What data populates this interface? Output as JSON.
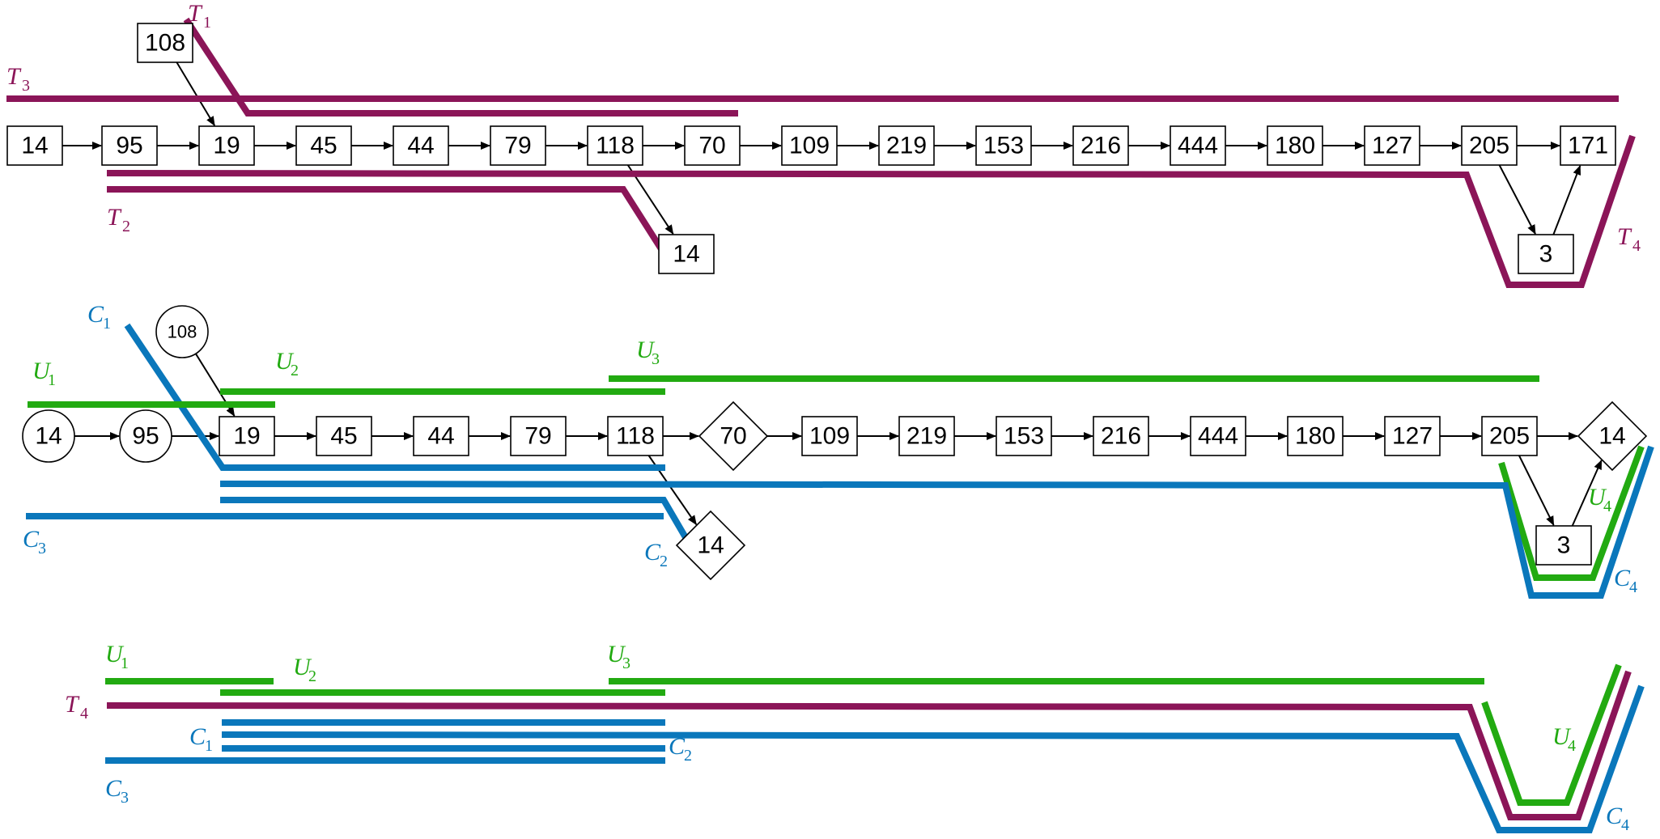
{
  "colors": {
    "purple": "#8b1558",
    "green": "#22aa11",
    "blue": "#0a77bb",
    "edge": "#000000"
  },
  "panel_top": {
    "nodes": [
      {
        "id": "t108",
        "label": "108",
        "shape": "rect"
      },
      {
        "id": "t14a",
        "label": "14",
        "shape": "rect"
      },
      {
        "id": "t95",
        "label": "95",
        "shape": "rect"
      },
      {
        "id": "t19",
        "label": "19",
        "shape": "rect"
      },
      {
        "id": "t45",
        "label": "45",
        "shape": "rect"
      },
      {
        "id": "t44",
        "label": "44",
        "shape": "rect"
      },
      {
        "id": "t79",
        "label": "79",
        "shape": "rect"
      },
      {
        "id": "t118",
        "label": "118",
        "shape": "rect"
      },
      {
        "id": "t70",
        "label": "70",
        "shape": "rect"
      },
      {
        "id": "t109",
        "label": "109",
        "shape": "rect"
      },
      {
        "id": "t219",
        "label": "219",
        "shape": "rect"
      },
      {
        "id": "t153",
        "label": "153",
        "shape": "rect"
      },
      {
        "id": "t216",
        "label": "216",
        "shape": "rect"
      },
      {
        "id": "t444",
        "label": "444",
        "shape": "rect"
      },
      {
        "id": "t180",
        "label": "180",
        "shape": "rect"
      },
      {
        "id": "t127",
        "label": "127",
        "shape": "rect"
      },
      {
        "id": "t205",
        "label": "205",
        "shape": "rect"
      },
      {
        "id": "t171",
        "label": "171",
        "shape": "rect"
      },
      {
        "id": "t14b",
        "label": "14",
        "shape": "rect"
      },
      {
        "id": "t3",
        "label": "3",
        "shape": "rect"
      }
    ],
    "edges": [
      [
        "t14a",
        "t95"
      ],
      [
        "t95",
        "t19"
      ],
      [
        "t19",
        "t45"
      ],
      [
        "t45",
        "t44"
      ],
      [
        "t44",
        "t79"
      ],
      [
        "t79",
        "t118"
      ],
      [
        "t118",
        "t70"
      ],
      [
        "t70",
        "t109"
      ],
      [
        "t109",
        "t219"
      ],
      [
        "t219",
        "t153"
      ],
      [
        "t153",
        "t216"
      ],
      [
        "t216",
        "t444"
      ],
      [
        "t444",
        "t180"
      ],
      [
        "t180",
        "t127"
      ],
      [
        "t127",
        "t205"
      ],
      [
        "t205",
        "t171"
      ],
      [
        "t108",
        "t19"
      ],
      [
        "t118",
        "t14b"
      ],
      [
        "t205",
        "t3"
      ],
      [
        "t3",
        "t171"
      ]
    ],
    "traces": [
      {
        "base": "T",
        "sub": "1",
        "color": "purple"
      },
      {
        "base": "T",
        "sub": "3",
        "color": "purple"
      },
      {
        "base": "T",
        "sub": "2",
        "color": "purple"
      },
      {
        "base": "T",
        "sub": "4",
        "color": "purple"
      }
    ]
  },
  "panel_mid": {
    "nodes": [
      {
        "id": "m108",
        "label": "108",
        "shape": "circle"
      },
      {
        "id": "m14a",
        "label": "14",
        "shape": "circle"
      },
      {
        "id": "m95",
        "label": "95",
        "shape": "circle"
      },
      {
        "id": "m19",
        "label": "19",
        "shape": "rect"
      },
      {
        "id": "m45",
        "label": "45",
        "shape": "rect"
      },
      {
        "id": "m44",
        "label": "44",
        "shape": "rect"
      },
      {
        "id": "m79",
        "label": "79",
        "shape": "rect"
      },
      {
        "id": "m118",
        "label": "118",
        "shape": "rect"
      },
      {
        "id": "m70",
        "label": "70",
        "shape": "diamond"
      },
      {
        "id": "m109",
        "label": "109",
        "shape": "rect"
      },
      {
        "id": "m219",
        "label": "219",
        "shape": "rect"
      },
      {
        "id": "m153",
        "label": "153",
        "shape": "rect"
      },
      {
        "id": "m216",
        "label": "216",
        "shape": "rect"
      },
      {
        "id": "m444",
        "label": "444",
        "shape": "rect"
      },
      {
        "id": "m180",
        "label": "180",
        "shape": "rect"
      },
      {
        "id": "m127",
        "label": "127",
        "shape": "rect"
      },
      {
        "id": "m205",
        "label": "205",
        "shape": "rect"
      },
      {
        "id": "m14c",
        "label": "14",
        "shape": "diamond"
      },
      {
        "id": "m14b",
        "label": "14",
        "shape": "diamond"
      },
      {
        "id": "m3",
        "label": "3",
        "shape": "rect"
      }
    ],
    "edges": [
      [
        "m14a",
        "m95"
      ],
      [
        "m95",
        "m19"
      ],
      [
        "m19",
        "m45"
      ],
      [
        "m45",
        "m44"
      ],
      [
        "m44",
        "m79"
      ],
      [
        "m79",
        "m118"
      ],
      [
        "m118",
        "m70"
      ],
      [
        "m70",
        "m109"
      ],
      [
        "m109",
        "m219"
      ],
      [
        "m219",
        "m153"
      ],
      [
        "m153",
        "m216"
      ],
      [
        "m216",
        "m444"
      ],
      [
        "m444",
        "m180"
      ],
      [
        "m180",
        "m127"
      ],
      [
        "m127",
        "m205"
      ],
      [
        "m205",
        "m14c"
      ],
      [
        "m108",
        "m19"
      ],
      [
        "m118",
        "m14b"
      ],
      [
        "m205",
        "m3"
      ],
      [
        "m3",
        "m14c"
      ]
    ],
    "traces": [
      {
        "base": "C",
        "sub": "1",
        "color": "blue"
      },
      {
        "base": "U",
        "sub": "1",
        "color": "green"
      },
      {
        "base": "U",
        "sub": "2",
        "color": "green"
      },
      {
        "base": "U",
        "sub": "3",
        "color": "green"
      },
      {
        "base": "C",
        "sub": "3",
        "color": "blue"
      },
      {
        "base": "C",
        "sub": "2",
        "color": "blue"
      },
      {
        "base": "U",
        "sub": "4",
        "color": "green"
      },
      {
        "base": "C",
        "sub": "4",
        "color": "blue"
      }
    ]
  },
  "panel_bottom": {
    "traces": [
      {
        "base": "U",
        "sub": "1",
        "color": "green"
      },
      {
        "base": "U",
        "sub": "2",
        "color": "green"
      },
      {
        "base": "U",
        "sub": "3",
        "color": "green"
      },
      {
        "base": "T",
        "sub": "4",
        "color": "purple"
      },
      {
        "base": "C",
        "sub": "1",
        "color": "blue"
      },
      {
        "base": "C",
        "sub": "2",
        "color": "blue"
      },
      {
        "base": "C",
        "sub": "3",
        "color": "blue"
      },
      {
        "base": "U",
        "sub": "4",
        "color": "green"
      },
      {
        "base": "C",
        "sub": "4",
        "color": "blue"
      }
    ]
  }
}
